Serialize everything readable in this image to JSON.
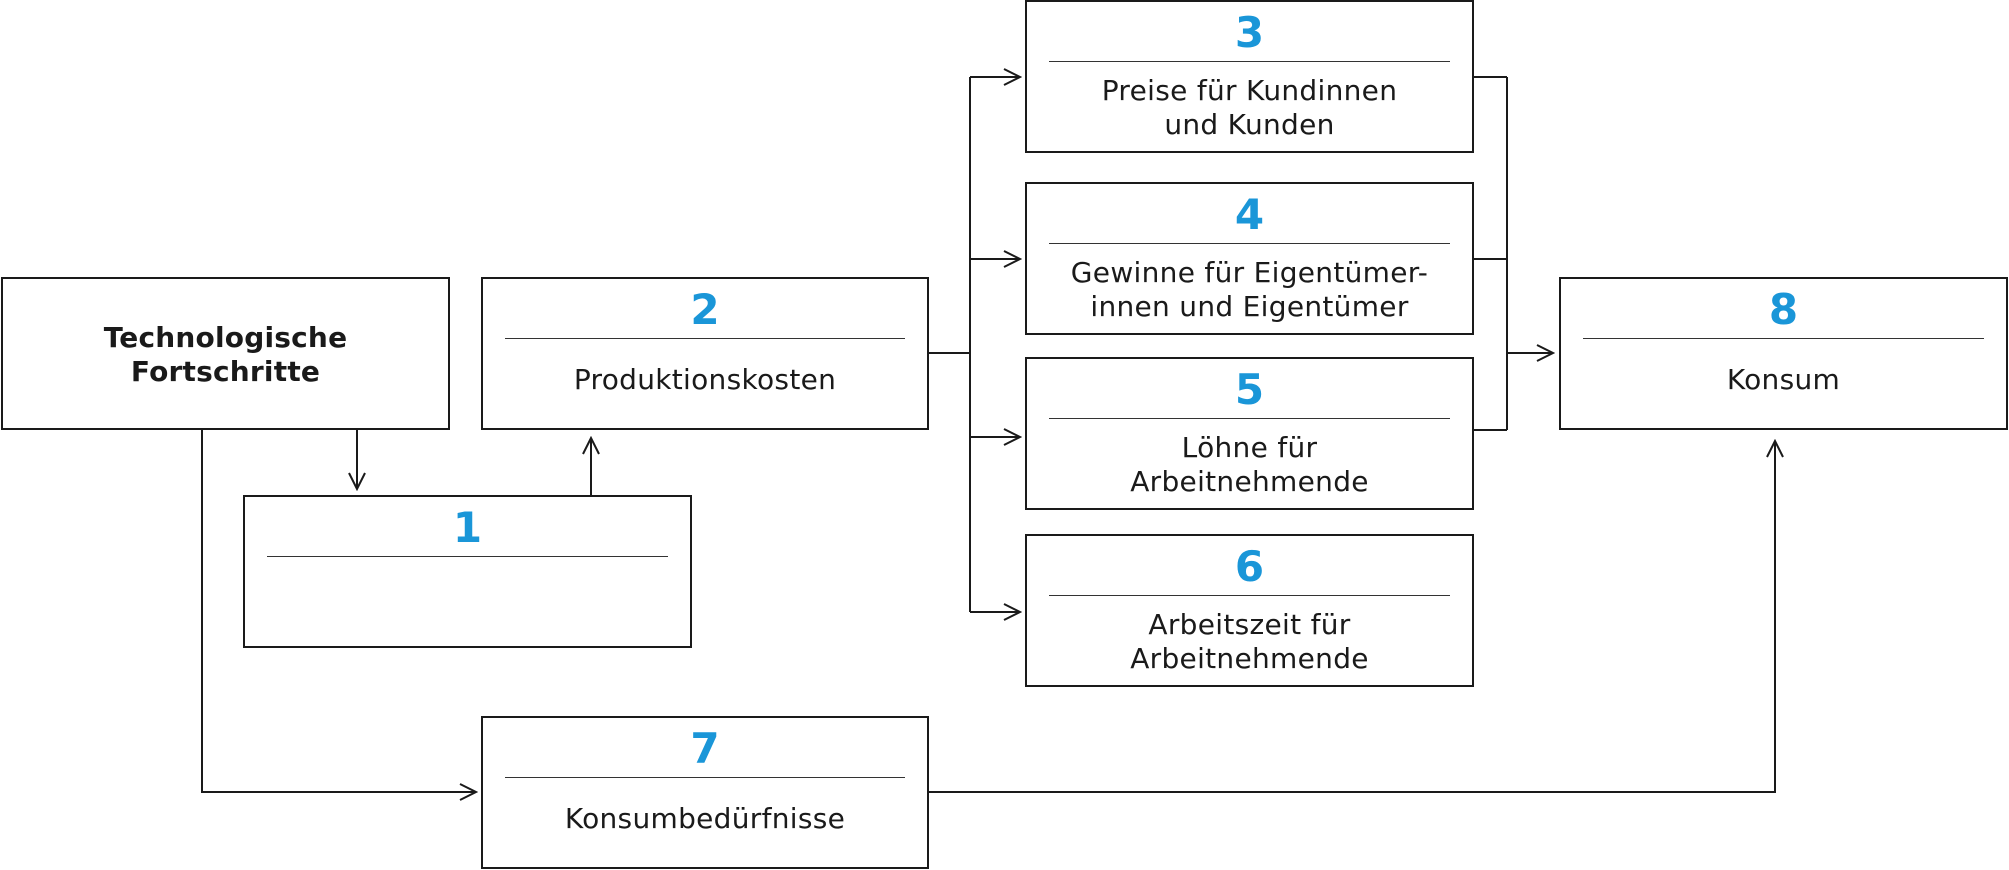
{
  "diagram": {
    "start": {
      "label": "Technologische\nFortschritte"
    },
    "boxes": [
      {
        "id": "1",
        "number": "1",
        "label": ""
      },
      {
        "id": "2",
        "number": "2",
        "label": "Produktionskosten"
      },
      {
        "id": "3",
        "number": "3",
        "label": "Preise für Kundinnen\nund Kunden"
      },
      {
        "id": "4",
        "number": "4",
        "label": "Gewinne für Eigentümer-\ninnen und Eigentümer"
      },
      {
        "id": "5",
        "number": "5",
        "label": "Löhne für\nArbeitnehmende"
      },
      {
        "id": "6",
        "number": "6",
        "label": "Arbeitszeit für\nArbeitnehmende"
      },
      {
        "id": "7",
        "number": "7",
        "label": "Konsumbedürfnisse"
      },
      {
        "id": "8",
        "number": "8",
        "label": "Konsum"
      }
    ],
    "colors": {
      "accent": "#1a96d8",
      "line": "#1a1a1a"
    }
  }
}
